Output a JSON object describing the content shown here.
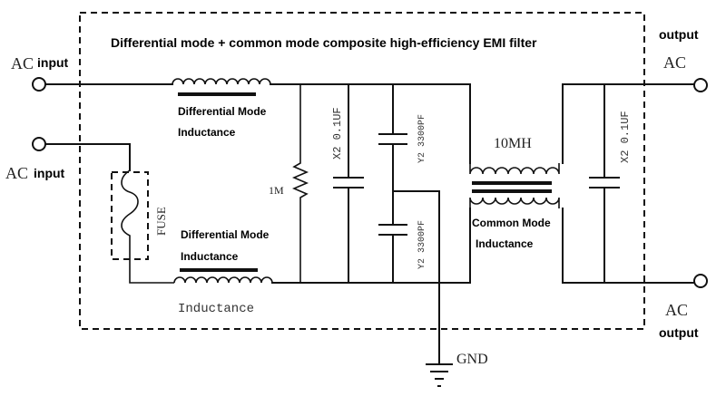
{
  "title": "Differential mode + common mode composite high-efficiency EMI filter",
  "ac_input_top": {
    "ac": "AC",
    "label": "input"
  },
  "ac_input_bottom": {
    "ac": "AC",
    "label": "input"
  },
  "output_top": {
    "label": "output",
    "ac": "AC"
  },
  "output_bottom": {
    "ac": "AC",
    "label": "output"
  },
  "dm_inductor_top": {
    "line1": "Differential Mode",
    "line2": "Inductance"
  },
  "dm_inductor_bottom": {
    "line1": "Differential Mode",
    "line2": "Inductance",
    "sublabel": "Inductance"
  },
  "resistor": {
    "label": "1M"
  },
  "fuse": {
    "label": "FUSE"
  },
  "x2_cap_left": {
    "label": "X2 0.1UF"
  },
  "y2_cap_top": {
    "label": "Y2 3300PF"
  },
  "y2_cap_bottom": {
    "label": "Y2 3300PF"
  },
  "cm_choke": {
    "value": "10MH",
    "line1": "Common Mode",
    "line2": "Inductance"
  },
  "x2_cap_right": {
    "label": "X2 0.1UF"
  },
  "ground": {
    "label": "GND"
  }
}
